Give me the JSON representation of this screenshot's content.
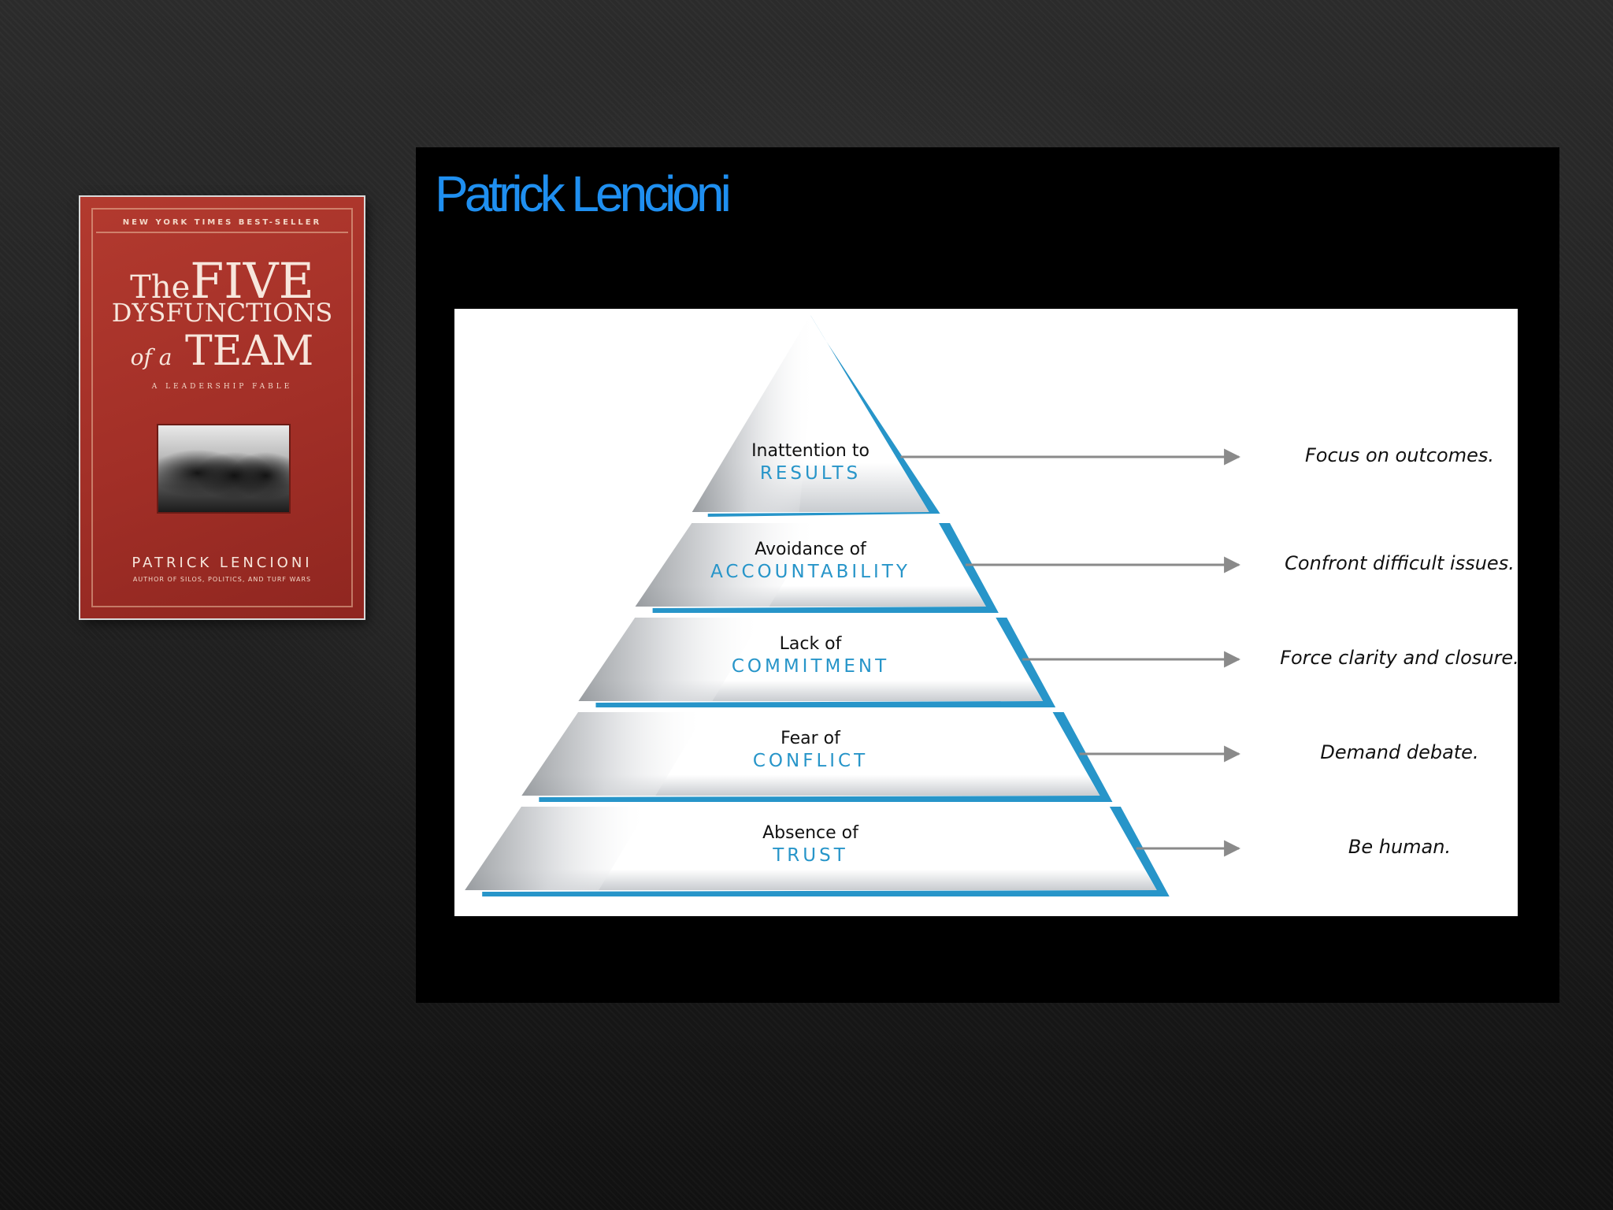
{
  "book": {
    "bestseller": "NEW YORK TIMES BEST-SELLER",
    "title_the": "The",
    "title_five": "FIVE",
    "title_dysfunctions": "DYSFUNCTIONS",
    "title_of_a": "of a",
    "title_team": "TEAM",
    "subtitle": "A LEADERSHIP FABLE",
    "author": "PATRICK LENCIONI",
    "author_note": "AUTHOR OF SILOS, POLITICS, AND TURF WARS"
  },
  "slide": {
    "title": "Patrick Lencioni"
  },
  "pyramid": {
    "colors": {
      "accent": "#2795c9",
      "arrow": "#8a8a8a",
      "face": "#ffffff",
      "shade": "#b5b8bc"
    },
    "layers": [
      {
        "label": "Inattention to",
        "keyword": "RESULTS",
        "remedy": "Focus on outcomes."
      },
      {
        "label": "Avoidance of",
        "keyword": "ACCOUNTABILITY",
        "remedy": "Confront difficult issues."
      },
      {
        "label": "Lack of",
        "keyword": "COMMITMENT",
        "remedy": "Force clarity and closure."
      },
      {
        "label": "Fear of",
        "keyword": "CONFLICT",
        "remedy": "Demand debate."
      },
      {
        "label": "Absence of",
        "keyword": "TRUST",
        "remedy": "Be human."
      }
    ]
  }
}
